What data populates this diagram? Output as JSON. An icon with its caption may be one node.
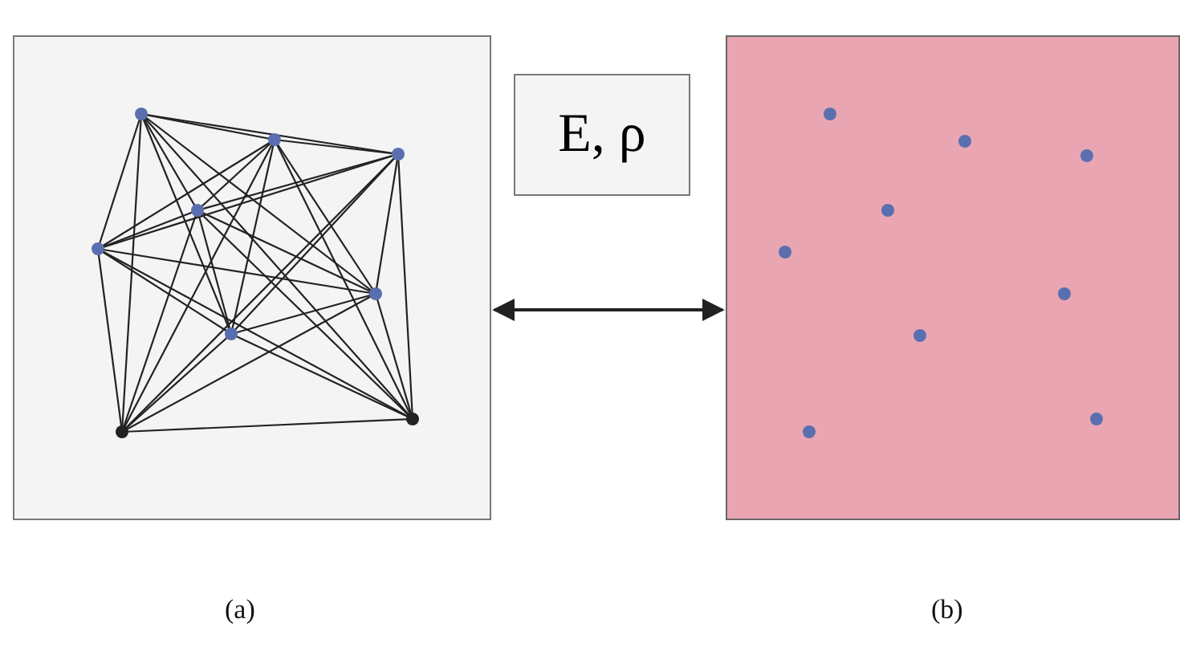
{
  "diagram": {
    "nodes": [
      {
        "text": [],
        "shape": "box",
        "beside": [
          "(a)"
        ]
      },
      {
        "text": [
          "E, ρ"
        ]
      },
      {
        "text": [],
        "shape": "box",
        "beside": [
          "(b)"
        ]
      }
    ],
    "edges": [
      {
        "from": 0,
        "to": 2,
        "arrow": "both"
      }
    ]
  }
}
